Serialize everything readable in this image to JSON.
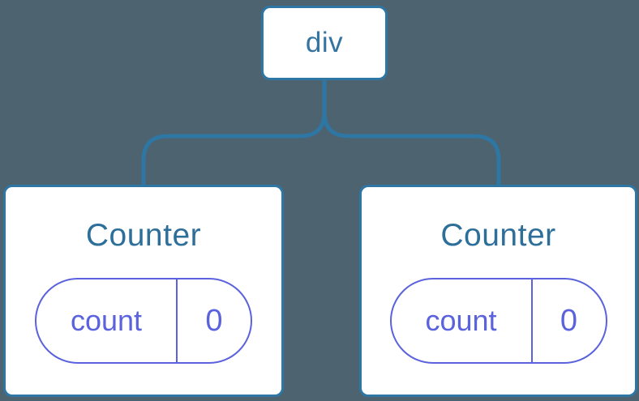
{
  "diagram": {
    "type": "component-tree",
    "root": {
      "label": "div"
    },
    "children": [
      {
        "title": "Counter",
        "state": {
          "key": "count",
          "value": "0"
        }
      },
      {
        "title": "Counter",
        "state": {
          "key": "count",
          "value": "0"
        }
      }
    ],
    "colors": {
      "background": "#4d636f",
      "node_fill": "#ffffff",
      "node_border": "#2e76a4",
      "connector": "#2e76a4",
      "title_text": "#2e6f9a",
      "state_accent": "#5b62dd"
    }
  }
}
